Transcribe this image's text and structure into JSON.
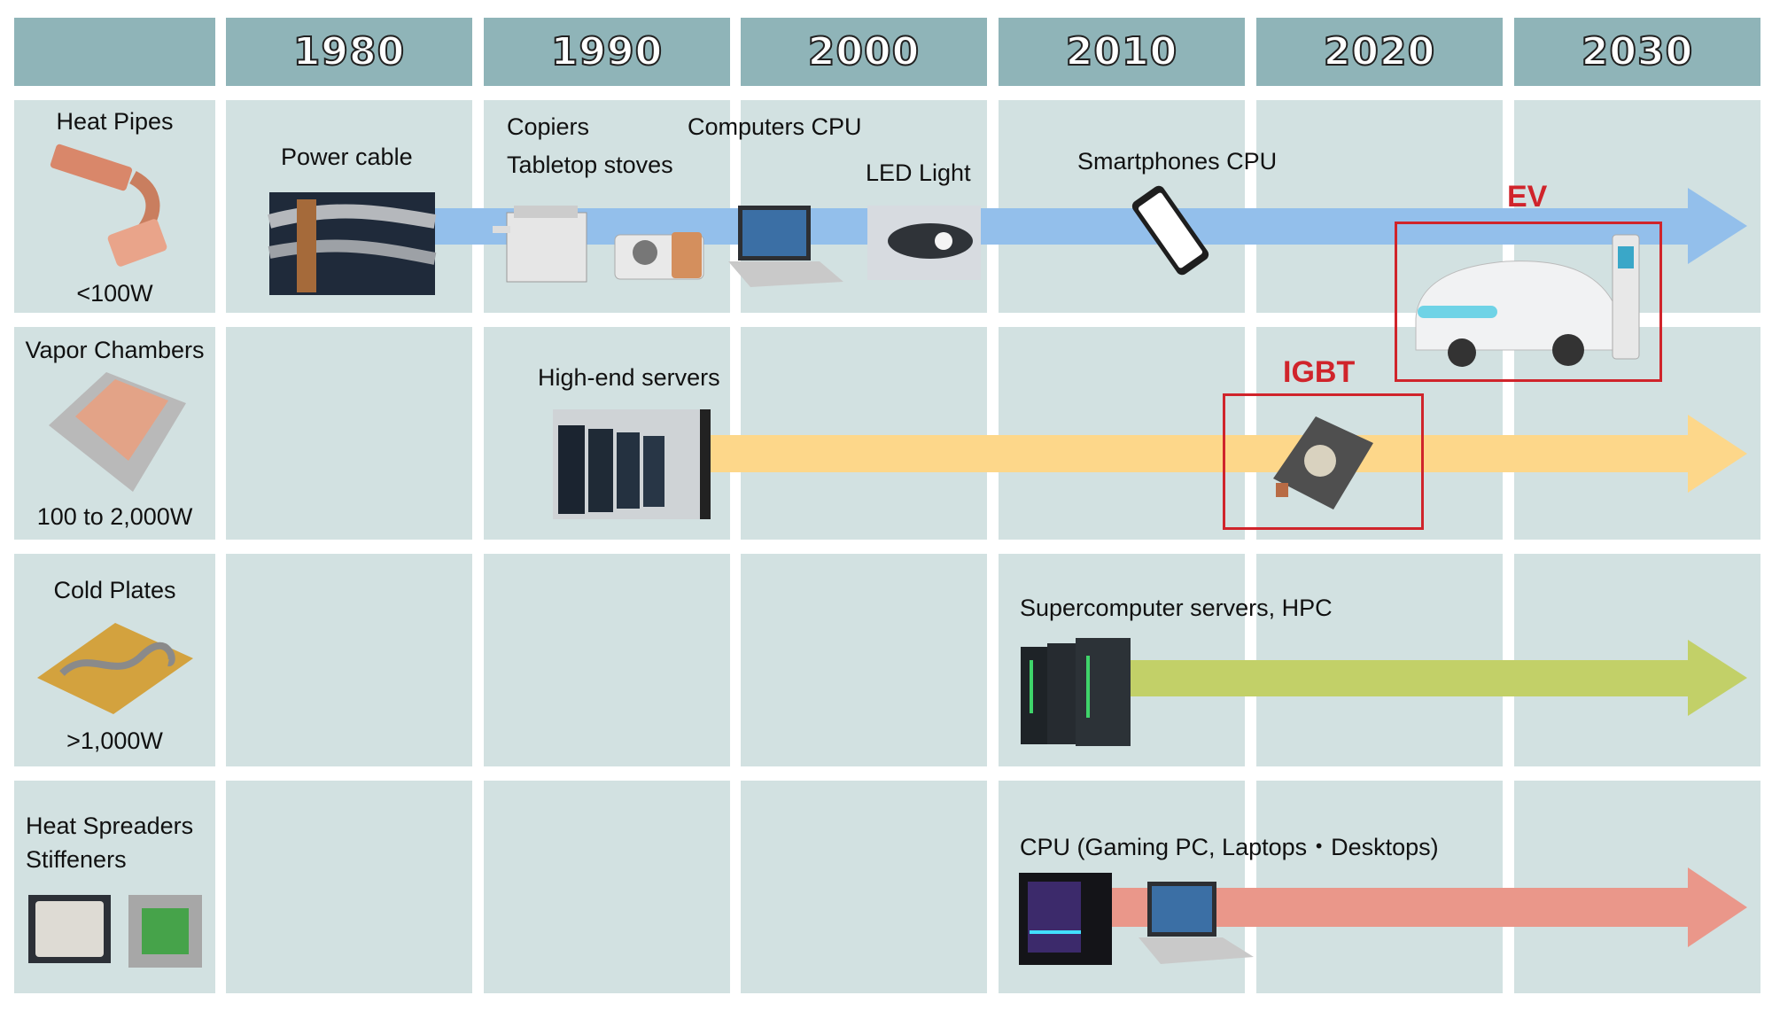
{
  "years": [
    "1980",
    "1990",
    "2000",
    "2010",
    "2020",
    "2030"
  ],
  "rows": [
    {
      "name": "Heat Pipes",
      "power": "<100W"
    },
    {
      "name": "Vapor Chambers",
      "power": "100 to 2,000W"
    },
    {
      "name": "Cold Plates",
      "power": ">1,000W"
    },
    {
      "name": "Heat Spreaders",
      "name2": "Stiffeners"
    }
  ],
  "applications": {
    "power_cable": "Power cable",
    "copiers": "Copiers",
    "tabletop_stoves": "Tabletop stoves",
    "computers_cpu": "Computers CPU",
    "led_light": "LED Light",
    "smartphones_cpu": "Smartphones CPU",
    "high_end_servers": "High-end servers",
    "supercomputer": "Supercomputer servers, HPC",
    "cpu_gaming": "CPU (Gaming PC, Laptops・Desktops)"
  },
  "highlights": {
    "ev": "EV",
    "igbt": "IGBT"
  },
  "colors": {
    "header": "#8fb4b8",
    "cell": "#d2e1e1",
    "arrow_heat_pipes": "#93bfeb",
    "arrow_vapor": "#fdd78a",
    "arrow_cold": "#c2d068",
    "arrow_spreaders": "#ea978a",
    "highlight": "#d0242b"
  }
}
